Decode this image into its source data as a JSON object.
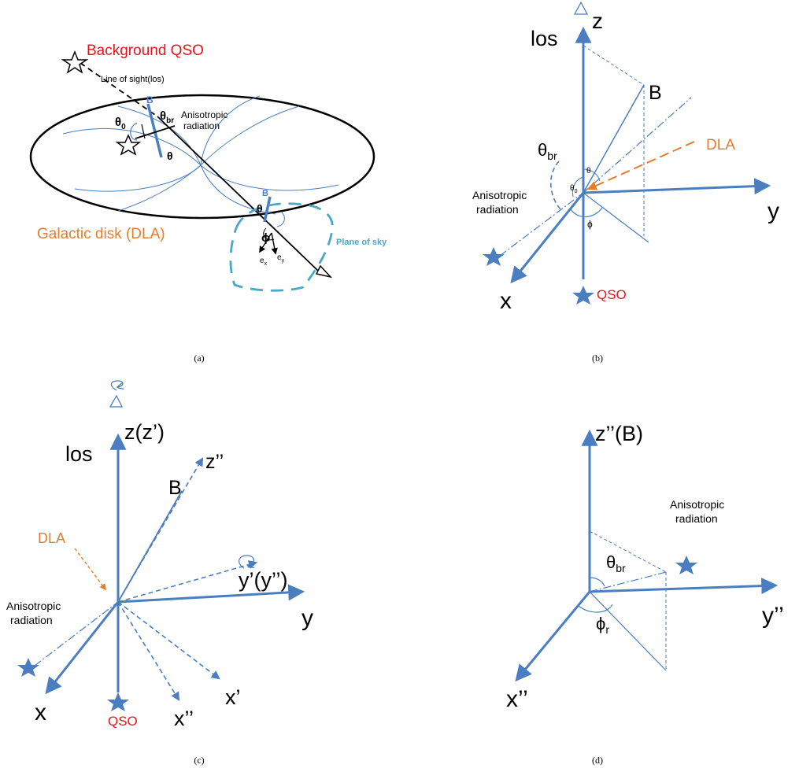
{
  "colors": {
    "axis": "#4a7ec0",
    "red": "#e8141c",
    "orange": "#e87c2c",
    "teal": "#4aa8c4",
    "black": "#000000"
  },
  "panel_a": {
    "caption": "(a)",
    "qso_label": "Background QSO",
    "los_label": "Line of sight(los)",
    "b_label_1": "B",
    "b_label_2": "B",
    "theta0": "θ",
    "theta0_sub": "0",
    "thetabr": "θ",
    "thetabr_sub": "br",
    "aniso_1": "Anisotropic",
    "aniso_2": "radiation",
    "theta_1": "θ",
    "theta_2": "θ",
    "phi": "ϕ",
    "ex": "e",
    "ex_sub": "x",
    "ey": "e",
    "ey_sub": "y",
    "disk_label": "Galactic disk (DLA)",
    "sky_label": "Plane of sky"
  },
  "panel_b": {
    "caption": "(b)",
    "z": "z",
    "los": "los",
    "B": "B",
    "dla": "DLA",
    "thetabr": "θ",
    "thetabr_sub": "br",
    "theta": "θ",
    "theta0": "θ",
    "theta0_sub": "0",
    "aniso_1": "Anisotropic",
    "aniso_2": "radiation",
    "phi": "ϕ",
    "y": "y",
    "x": "x",
    "qso": "QSO"
  },
  "panel_c": {
    "caption": "(c)",
    "z": "z(z’)",
    "los": "los",
    "B": "B",
    "z2": "z’’",
    "dla": "DLA",
    "yprime": "y’(y’’)",
    "y": "y",
    "aniso_1": "Anisotropic",
    "aniso_2": "radiation",
    "x": "x",
    "qso": "QSO",
    "x2": "x’’",
    "x1": "x’"
  },
  "panel_d": {
    "caption": "(d)",
    "z": "z’’(B)",
    "aniso_1": "Anisotropic",
    "aniso_2": "radiation",
    "thetabr": "θ",
    "thetabr_sub": "br",
    "phir": "ϕ",
    "phir_sub": "r",
    "y": "y’’",
    "x": "x’’"
  }
}
